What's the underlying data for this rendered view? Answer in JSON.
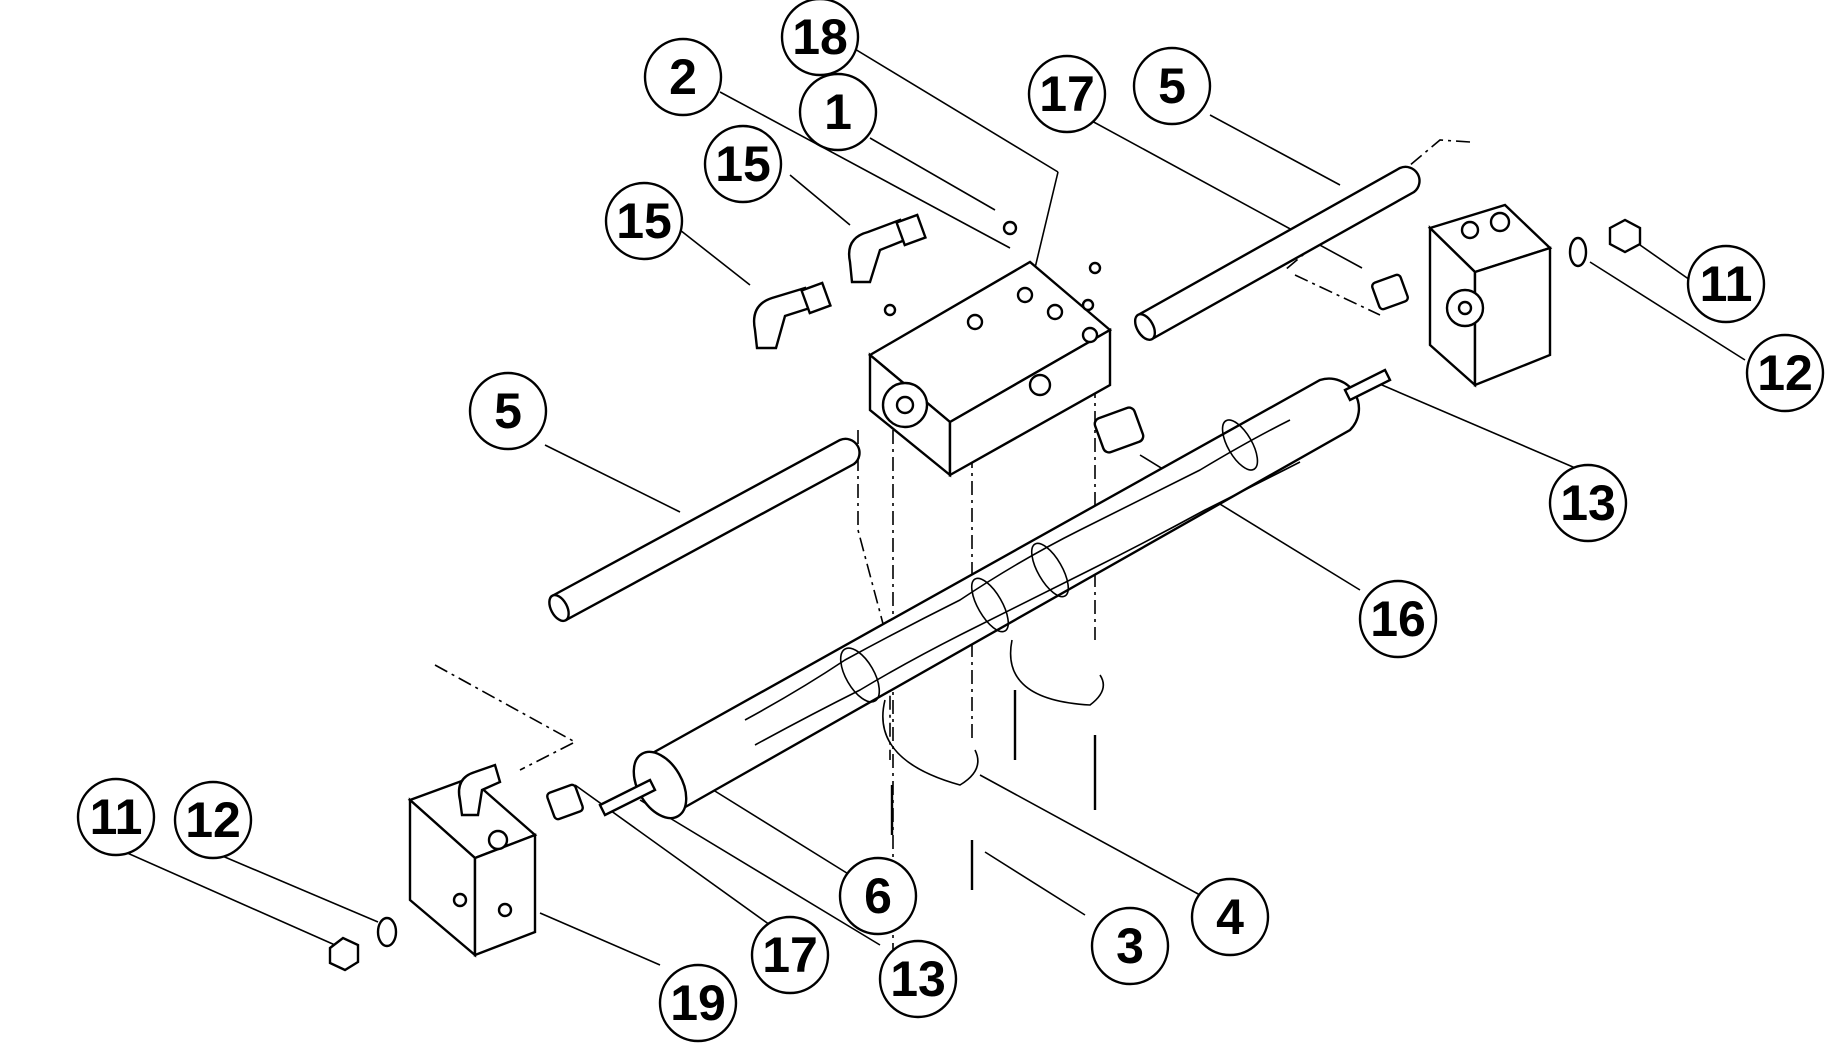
{
  "callouts": [
    {
      "id": "c18a",
      "label": "18"
    },
    {
      "id": "c2",
      "label": "2"
    },
    {
      "id": "c1",
      "label": "1"
    },
    {
      "id": "c17a",
      "label": "17"
    },
    {
      "id": "c5a",
      "label": "5"
    },
    {
      "id": "c15a",
      "label": "15"
    },
    {
      "id": "c15b",
      "label": "15"
    },
    {
      "id": "c11a",
      "label": "11"
    },
    {
      "id": "c12a",
      "label": "12"
    },
    {
      "id": "c5b",
      "label": "5"
    },
    {
      "id": "c13a",
      "label": "13"
    },
    {
      "id": "c16",
      "label": "16"
    },
    {
      "id": "c11b",
      "label": "11"
    },
    {
      "id": "c12b",
      "label": "12"
    },
    {
      "id": "c6",
      "label": "6"
    },
    {
      "id": "c4",
      "label": "4"
    },
    {
      "id": "c17b",
      "label": "17"
    },
    {
      "id": "c13b",
      "label": "13"
    },
    {
      "id": "c3",
      "label": "3"
    },
    {
      "id": "c19",
      "label": "19"
    }
  ]
}
